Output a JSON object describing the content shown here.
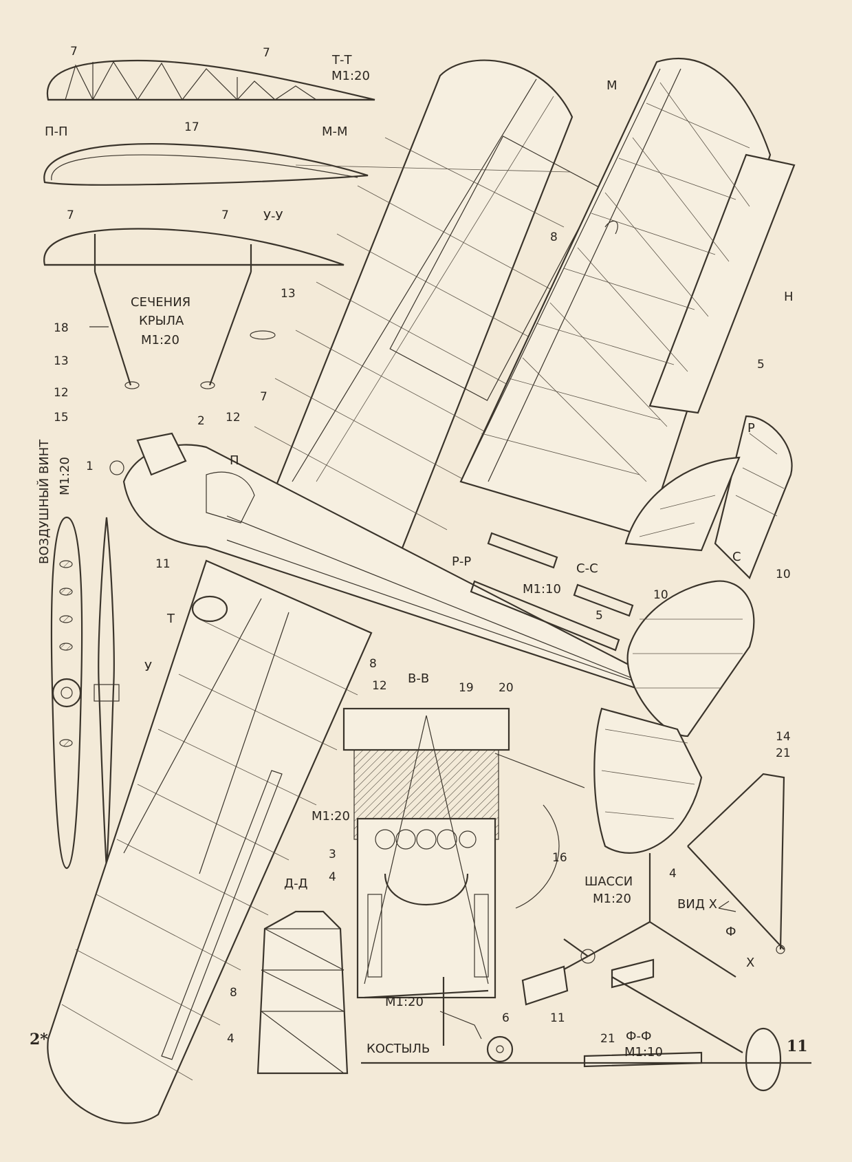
{
  "labels": {
    "tt": "Т-Т",
    "tt_scale": "М1:20",
    "pp": "П-П",
    "mm": "М-М",
    "uu": "У-У",
    "sections_1": "СЕЧЕНИЯ",
    "sections_2": "КРЫЛА",
    "sections_scale": "М1:20",
    "propeller_1": "ВОЗДУШНЫЙ ВИНТ",
    "propeller_scale": "М1:20",
    "m": "М",
    "n": "Н",
    "p_cut": "П",
    "r_cut": "Р",
    "s_cut": "С",
    "t_cut": "Т",
    "u_cut": "У",
    "rr": "Р-Р",
    "cc": "С-С",
    "rr_scale": "М1:10",
    "vv": "В-В",
    "vv_scale": "М1:20",
    "dd": "Д-Д",
    "chassis_1": "ШАССИ",
    "chassis_scale": "М1:20",
    "view_x": "ВИД Х",
    "x": "Х",
    "f_cut": "Ф",
    "ff": "Ф-Ф",
    "ff_scale": "М1:10",
    "tailskid": "КОСТЫЛЬ",
    "tailskid_scale": "М1:20"
  },
  "callouts": {
    "n1": "1",
    "n2": "2",
    "n3": "3",
    "n4": "4",
    "n5": "5",
    "n6": "6",
    "n7": "7",
    "n8": "8",
    "n10": "10",
    "n11": "11",
    "n12": "12",
    "n13": "13",
    "n14": "14",
    "n15": "15",
    "n16": "16",
    "n17": "17",
    "n18": "18",
    "n19": "19",
    "n20": "20",
    "n21": "21"
  },
  "page": {
    "left_mark": "2*",
    "page_number": "11"
  }
}
